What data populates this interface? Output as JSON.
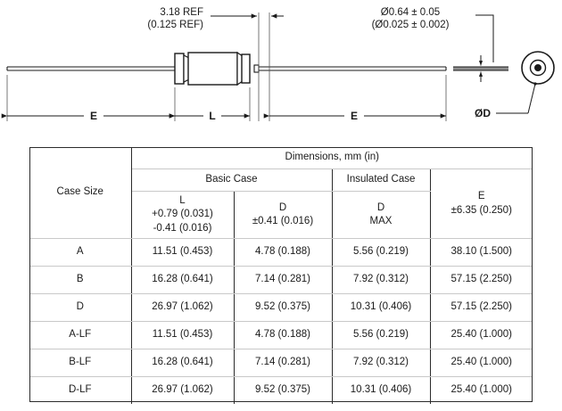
{
  "drawing": {
    "ref_dimension": {
      "mm": "3.18 REF",
      "inch": "(0.125 REF)"
    },
    "lead_diameter": {
      "mm": "Ø0.64 ± 0.05",
      "inch": "(Ø0.025 ± 0.002)"
    },
    "labels": {
      "lead_left": "E",
      "body_length": "L",
      "lead_right": "E",
      "end_view_diameter": "ØD"
    }
  },
  "table": {
    "col_case_size": "Case Size",
    "group_dimensions": "Dimensions, mm (in)",
    "group_basic_case": "Basic Case",
    "group_insulated_case": "Insulated Case",
    "col_L": {
      "name": "L",
      "tol_plus": "+0.79 (0.031)",
      "tol_minus": "-0.41 (0.016)"
    },
    "col_D_basic": {
      "name": "D",
      "tol": "±0.41 (0.016)"
    },
    "col_D_insulated": {
      "name": "D",
      "tol": "MAX"
    },
    "col_E": {
      "name": "E",
      "tol": "±6.35 (0.250)"
    },
    "rows": [
      {
        "case_size": "A",
        "L": "11.51 (0.453)",
        "D_basic": "4.78 (0.188)",
        "D_insulated": "5.56 (0.219)",
        "E": "38.10 (1.500)"
      },
      {
        "case_size": "B",
        "L": "16.28 (0.641)",
        "D_basic": "7.14 (0.281)",
        "D_insulated": "7.92 (0.312)",
        "E": "57.15 (2.250)"
      },
      {
        "case_size": "D",
        "L": "26.97 (1.062)",
        "D_basic": "9.52 (0.375)",
        "D_insulated": "10.31 (0.406)",
        "E": "57.15 (2.250)"
      },
      {
        "case_size": "A-LF",
        "L": "11.51 (0.453)",
        "D_basic": "4.78 (0.188)",
        "D_insulated": "5.56 (0.219)",
        "E": "25.40 (1.000)"
      },
      {
        "case_size": "B-LF",
        "L": "16.28 (0.641)",
        "D_basic": "7.14 (0.281)",
        "D_insulated": "7.92 (0.312)",
        "E": "25.40 (1.000)"
      },
      {
        "case_size": "D-LF",
        "L": "26.97 (1.062)",
        "D_basic": "9.52 (0.375)",
        "D_insulated": "10.31 (0.406)",
        "E": "25.40 (1.000)"
      }
    ]
  },
  "colors": {
    "line": "#1a1a1a",
    "border_dark": "#2b2b2b",
    "rule_light": "#c9c9c9",
    "background": "#ffffff"
  }
}
